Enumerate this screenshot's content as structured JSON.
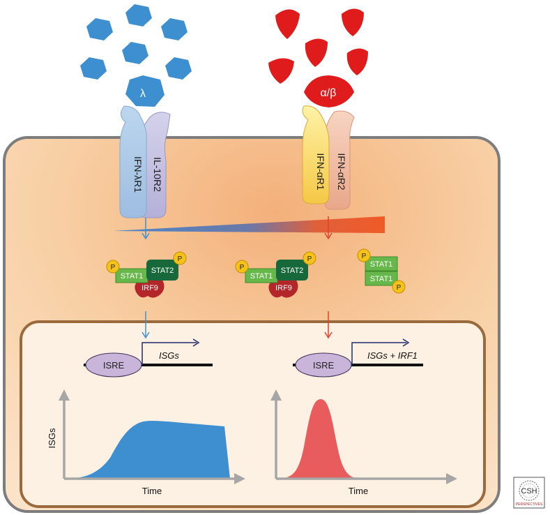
{
  "ligands": {
    "lambda_label": "λ",
    "alpha_beta_label": "α/β"
  },
  "receptors": {
    "lambda_r1": "IFN-λR1",
    "il10r2": "IL-10R2",
    "alpha_r1": "IFN-αR1",
    "alpha_r2": "IFN-αR2"
  },
  "complexes": {
    "p": "P",
    "stat1": "STAT1",
    "stat2": "STAT2",
    "irf9": "IRF9"
  },
  "promoters": {
    "isre": "ISRE",
    "left_genes": "ISGs",
    "right_genes": "ISGs + IRF1"
  },
  "plots": {
    "ylabel": "ISGs",
    "xlabel": "Time"
  },
  "logo": {
    "text": "CSH",
    "subtext": "PERSPECTIVES"
  },
  "colors": {
    "lambda": "#3d8fd0",
    "alpha_beta": "#e01b1b",
    "cell": "#f6c99a",
    "nucleus": "#fdf1e3",
    "stat_green": "#67b84a",
    "stat2_dark": "#17683a",
    "irf9": "#b3262a",
    "phospho": "#f4c21b"
  }
}
